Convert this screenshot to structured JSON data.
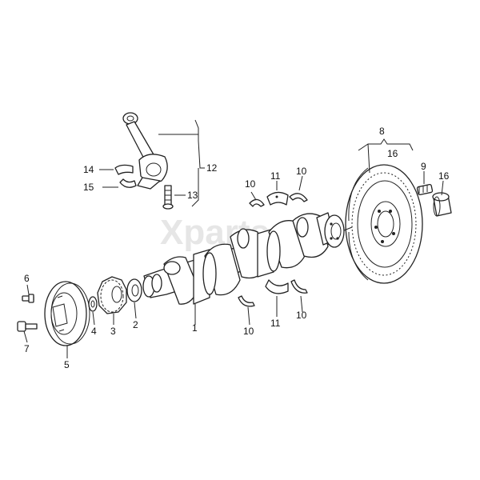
{
  "watermark": "Xparts",
  "callouts": {
    "c1": "1",
    "c2": "2",
    "c3": "3",
    "c4": "4",
    "c5": "5",
    "c6": "6",
    "c7": "7",
    "c8": "8",
    "c9": "9",
    "c10a": "10",
    "c10b": "10",
    "c10c": "10",
    "c10d": "10",
    "c11a": "11",
    "c11b": "11",
    "c12": "12",
    "c13": "13",
    "c14": "14",
    "c15": "15",
    "c16a": "16",
    "c16b": "16"
  },
  "colors": {
    "line": "#222222",
    "background": "#ffffff",
    "watermark": "#e6e6e6"
  }
}
